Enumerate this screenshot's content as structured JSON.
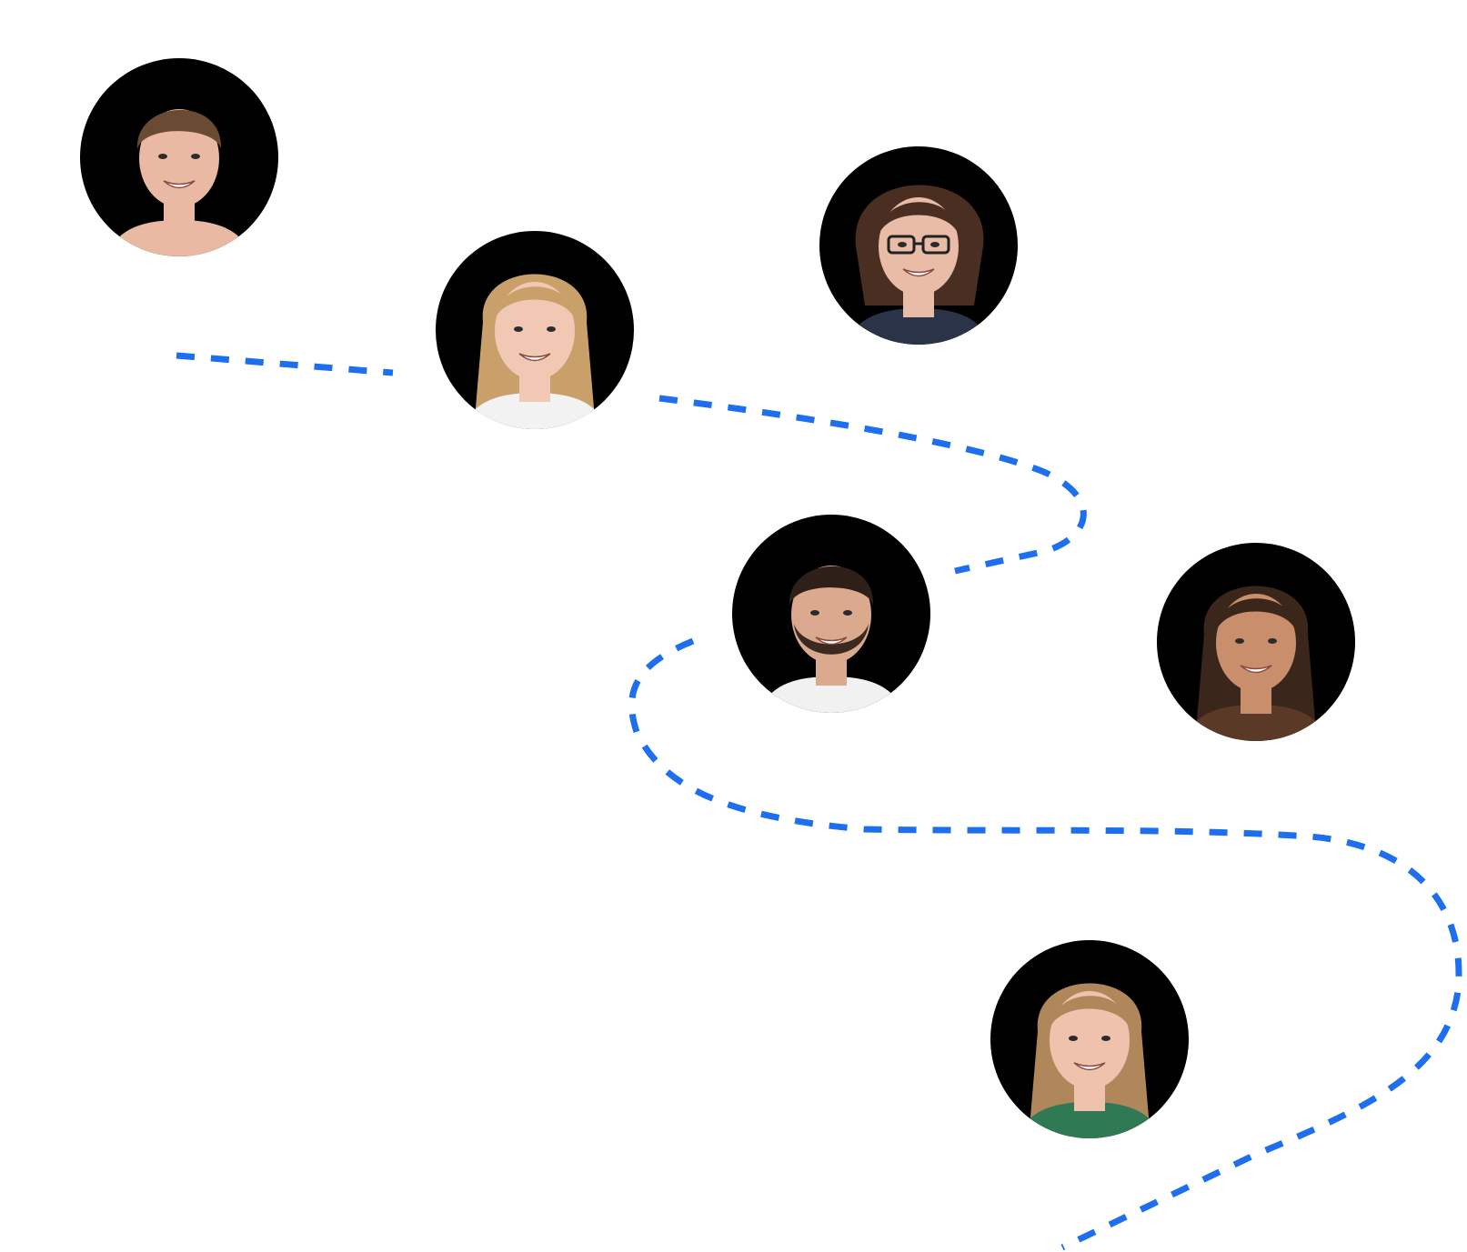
{
  "colors": {
    "background": "#ffffff",
    "path": "#1e6ef0",
    "photo_background": "#000000"
  },
  "path": {
    "style": "dashed",
    "icon": "dashed-route-line"
  },
  "people": [
    {
      "id": "person-1",
      "icon": "man-short-brown-hair-portrait",
      "skin": "#e9b9a4",
      "hair": "#6a4a33",
      "shirt": "#e9b9a4",
      "hair_style": "short"
    },
    {
      "id": "person-2",
      "icon": "woman-long-blonde-hair-portrait",
      "skin": "#f1c8b4",
      "hair": "#c9a06a",
      "shirt": "#f2f2f2",
      "hair_style": "long"
    },
    {
      "id": "person-3",
      "icon": "woman-glasses-brown-bob-portrait",
      "skin": "#e8bca7",
      "hair": "#4a2e22",
      "shirt": "#2a3348",
      "hair_style": "bob",
      "glasses": true
    },
    {
      "id": "person-4",
      "icon": "man-beard-portrait",
      "skin": "#dba98e",
      "hair": "#2e2019",
      "shirt": "#f1f1f1",
      "hair_style": "short",
      "beard": true
    },
    {
      "id": "person-5",
      "icon": "woman-long-dark-hair-portrait",
      "skin": "#c98e6c",
      "hair": "#3b261b",
      "shirt": "#5a3a26",
      "hair_style": "long"
    },
    {
      "id": "person-6",
      "icon": "woman-long-light-brown-hair-portrait",
      "skin": "#efc2ad",
      "hair": "#b0875a",
      "shirt": "#2f7a55",
      "hair_style": "long"
    }
  ]
}
